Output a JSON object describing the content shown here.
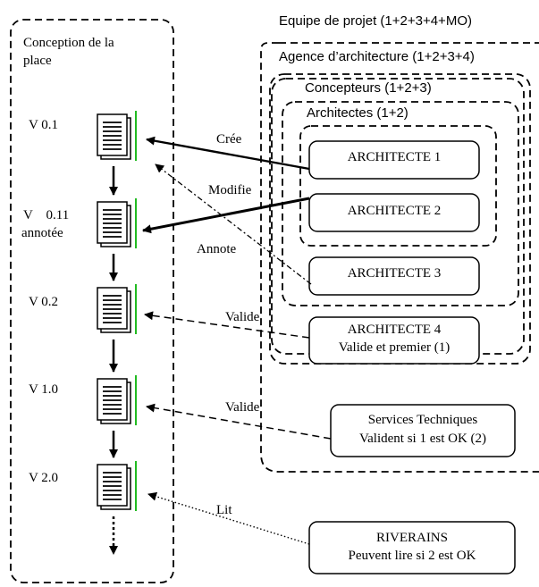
{
  "column": {
    "title_line1": "Conception de la",
    "title_line2": "place",
    "versions": [
      {
        "line1": "V 0.1",
        "line2": ""
      },
      {
        "line1": "V    0.11",
        "line2": "annotée"
      },
      {
        "line1": "V 0.2",
        "line2": ""
      },
      {
        "line1": "V 1.0",
        "line2": ""
      },
      {
        "line1": "V 2.0",
        "line2": ""
      }
    ]
  },
  "groups": {
    "projet": "Equipe de projet (1+2+3+4+MO)",
    "agence": "Agence d’architecture (1+2+3+4)",
    "concepteurs": "Concepteurs (1+2+3)",
    "architectes": "Architectes (1+2)"
  },
  "actors": {
    "a1": {
      "line1": "ARCHITECTE 1",
      "line2": ""
    },
    "a2": {
      "line1": "ARCHITECTE 2",
      "line2": ""
    },
    "a3": {
      "line1": "ARCHITECTE 3",
      "line2": ""
    },
    "a4": {
      "line1": "ARCHITECTE 4",
      "line2": "Valide et premier (1)"
    },
    "st": {
      "line1": "Services Techniques",
      "line2": "Valident si 1 est OK (2)"
    },
    "riv": {
      "line1": "RIVERAINS",
      "line2": "Peuvent lire si 2 est OK"
    }
  },
  "edges": {
    "cree": "Crée",
    "modifie": "Modifie",
    "annote": "Annote",
    "valide1": "Valide",
    "valide2": "Valide",
    "lit": "Lit"
  },
  "colors": {
    "doc_accent": "#22bb22",
    "line": "#000000"
  },
  "icons": {
    "document": "document-icon",
    "arrow": "arrow-down-icon"
  }
}
